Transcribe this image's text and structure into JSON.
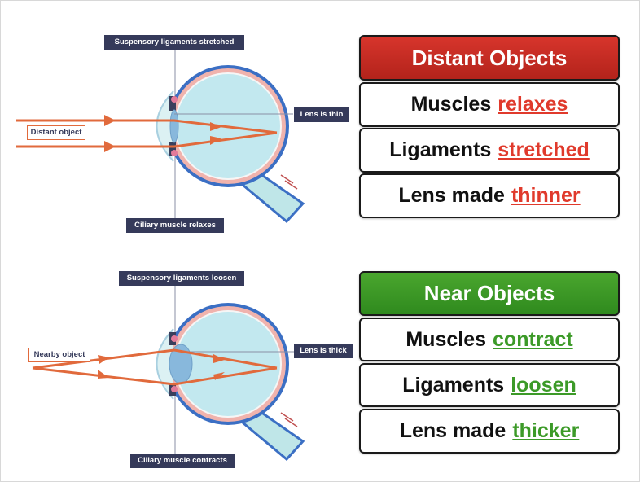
{
  "distant_diagram": {
    "top_label": "Suspensory ligaments stretched",
    "lens_label": "Lens is thin",
    "object_label": "Distant object",
    "bottom_label": "Ciliary muscle relaxes"
  },
  "near_diagram": {
    "top_label": "Suspensory ligaments loosen",
    "lens_label": "Lens is thick",
    "object_label": "Nearby object",
    "bottom_label": "Ciliary muscle contracts"
  },
  "distant_table": {
    "title": "Distant Objects",
    "rows": [
      {
        "label": "Muscles",
        "value": "relaxes"
      },
      {
        "label": "Ligaments",
        "value": "stretched"
      },
      {
        "label": "Lens made",
        "value": "thinner"
      }
    ]
  },
  "near_table": {
    "title": "Near Objects",
    "rows": [
      {
        "label": "Muscles",
        "value": "contract"
      },
      {
        "label": "Ligaments",
        "value": "loosen"
      },
      {
        "label": "Lens made",
        "value": "thicker"
      }
    ]
  },
  "colors": {
    "accent_red": "#d7352c",
    "accent_green": "#3c9a28",
    "ray_orange": "#e16a3c",
    "label_navy": "#353a5a"
  }
}
